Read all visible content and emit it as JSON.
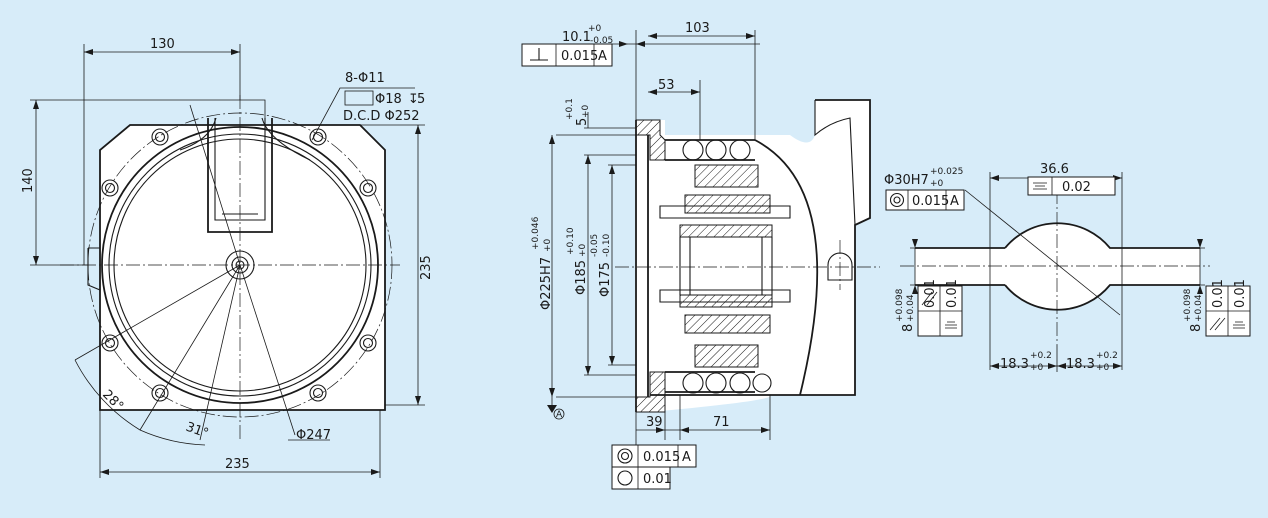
{
  "colors": {
    "background": "#d7ecf9",
    "ink": "#1a1a1a"
  },
  "front_view": {
    "dim_width_top": "130",
    "dim_height_left": "140",
    "dim_height_right": "235",
    "dim_width_bottom": "235",
    "holes_callout": "8-Φ11",
    "counterbore": "Φ18",
    "counterbore_depth": "5",
    "pcd": "D.C.D Φ252",
    "angle_1": "28°",
    "angle_2": "31°",
    "diameter_bottom": "Φ247"
  },
  "section_view": {
    "dim_10": "10.1",
    "dim_10_upper": "+0",
    "dim_10_lower": "-0.05",
    "dim_103": "103",
    "dim_53": "53",
    "dim_39": "39",
    "dim_71": "71",
    "dim_5": "5",
    "dim_5_upper": "+0.1",
    "dim_5_lower": "+0",
    "dia_225": "Φ225H7",
    "dia_225_upper": "+0.046",
    "dia_225_lower": "+0",
    "dia_185": "Φ185",
    "dia_185_upper": "+0.10",
    "dia_185_lower": "+0",
    "dia_175": "Φ175",
    "dia_175_upper": "-0.05",
    "dia_175_lower": "-0.10",
    "datum": "A",
    "gdt_top_value": "0.015",
    "gdt_top_datum": "A",
    "gdt_bottom_value_1": "0.015",
    "gdt_bottom_datum": "A",
    "gdt_bottom_value_2": "0.01"
  },
  "detail_view": {
    "bore": "Φ30H7",
    "bore_upper": "+0.025",
    "bore_lower": "+0",
    "gdt_bore_value": "0.015",
    "gdt_bore_datum": "A",
    "dim_36": "36.6",
    "gdt_sym_value": "0.02",
    "dim_8": "8",
    "dim_8_upper": "+0.098",
    "dim_8_lower": "+0.04",
    "gdt_key_value_1": "0.01",
    "gdt_key_value_2": "0.01",
    "dim_18_left": "18.3",
    "dim_18_right": "18.3",
    "dim_18_upper": "+0.2",
    "dim_18_lower": "+0"
  }
}
